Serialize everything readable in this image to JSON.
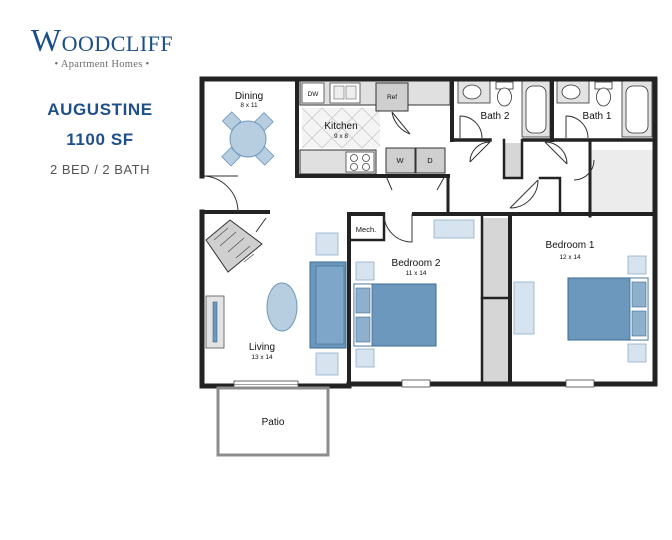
{
  "brand": {
    "name": "Woodcliff",
    "tagline": "• Apartment Homes •"
  },
  "plan": {
    "name": "AUGUSTINE",
    "size": "1100 SF",
    "beds": "2 BED / 2 BATH"
  },
  "rooms": {
    "dining": {
      "name": "Dining",
      "dims": "8 x 11"
    },
    "kitchen": {
      "name": "Kitchen",
      "dims": "9 x 8"
    },
    "bath2": {
      "name": "Bath 2"
    },
    "bath1": {
      "name": "Bath 1"
    },
    "mech": {
      "name": "Mech."
    },
    "bedroom2": {
      "name": "Bedroom 2",
      "dims": "11 x 14"
    },
    "bedroom1": {
      "name": "Bedroom 1",
      "dims": "12 x 14"
    },
    "living": {
      "name": "Living",
      "dims": "13 x 14"
    },
    "patio": {
      "name": "Patio"
    }
  },
  "appliances": {
    "dw": "DW",
    "ref": "Ref",
    "washer": "W",
    "dryer": "D"
  },
  "colors": {
    "accent": "#1f4f8a",
    "furniture": "#6d98bd",
    "wall": "#222222",
    "fixture": "#d9d9d9"
  }
}
